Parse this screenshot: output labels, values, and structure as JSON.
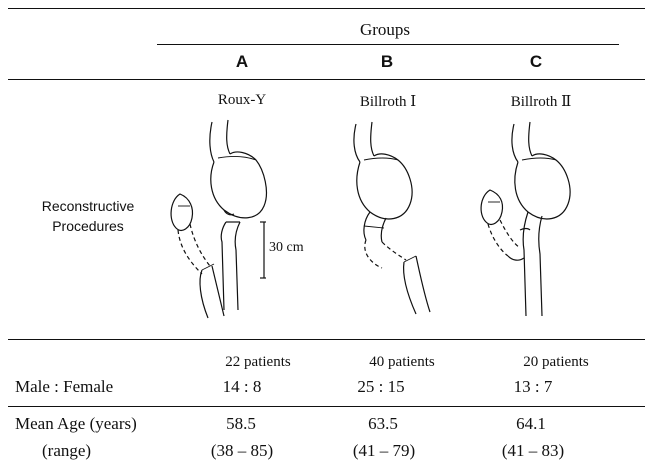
{
  "table": {
    "header_title": "Groups",
    "groups": [
      {
        "letter": "A",
        "procedure": "Roux-Y",
        "patients": "22 patients",
        "sex_ratio": "14 : 8",
        "mean_age": "58.5",
        "age_range": "(38 – 85)"
      },
      {
        "letter": "B",
        "procedure": "Billroth Ⅰ",
        "patients": "40 patients",
        "sex_ratio": "25 : 15",
        "mean_age": "63.5",
        "age_range": "(41 – 79)"
      },
      {
        "letter": "C",
        "procedure": "Billroth Ⅱ",
        "patients": "20 patients",
        "sex_ratio": "13 : 7",
        "mean_age": "64.1",
        "age_range": "(41 – 83)"
      }
    ],
    "row_labels": {
      "reconstructive_line1": "Reconstructive",
      "reconstructive_line2": "Procedures",
      "male_female": "Male : Female",
      "mean_age": "Mean Age (years)",
      "range": "(range)"
    },
    "scale_label": "30 cm"
  }
}
